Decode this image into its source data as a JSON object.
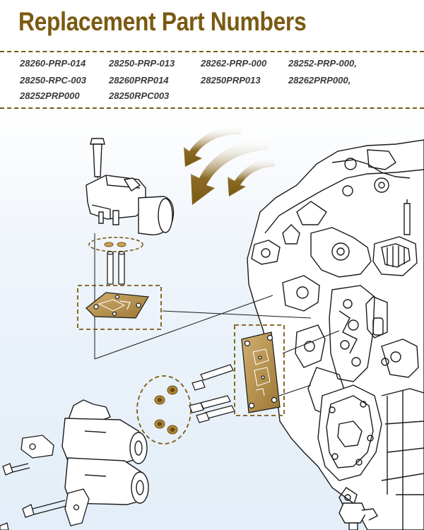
{
  "title": "Replacement Part Numbers",
  "part_numbers": [
    "28260-PRP-014",
    "28250-PRP-013",
    "28262-PRP-000",
    "28252-PRP-000,",
    "28250-RPC-003",
    "28260PRP014",
    "28250PRP013",
    "28262PRP000,",
    "28252PRP000",
    "28250RPC003"
  ],
  "colors": {
    "accent": "#7a5a12",
    "highlight_gold": "#b08a3a",
    "background_top": "#ffffff",
    "background_bottom": "#e3eef8",
    "line_art": "#1a1a1a"
  }
}
